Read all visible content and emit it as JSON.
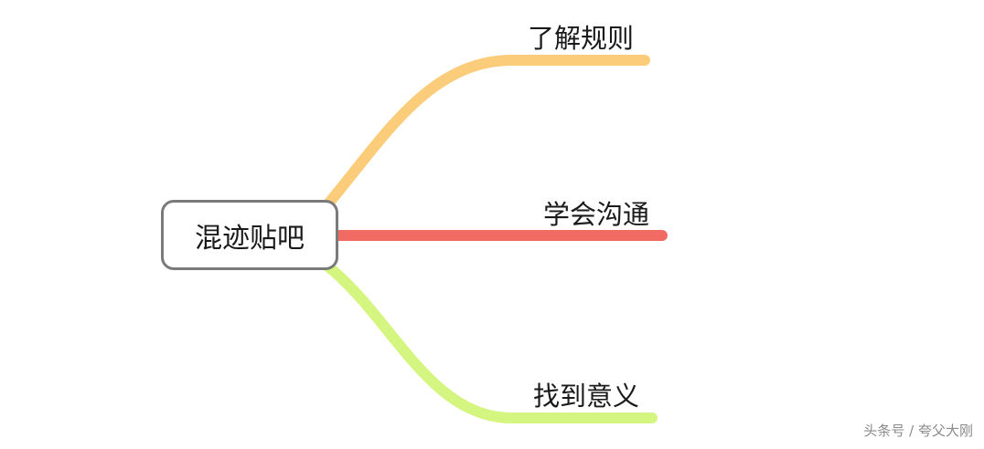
{
  "central_topic": "混迹贴吧",
  "branches": [
    {
      "label": "了解规则",
      "color": "#fbcd7a"
    },
    {
      "label": "学会沟通",
      "color": "#f26b63"
    },
    {
      "label": "找到意义",
      "color": "#d4f57f"
    }
  ],
  "watermark": "头条号 / 夸父大刚"
}
